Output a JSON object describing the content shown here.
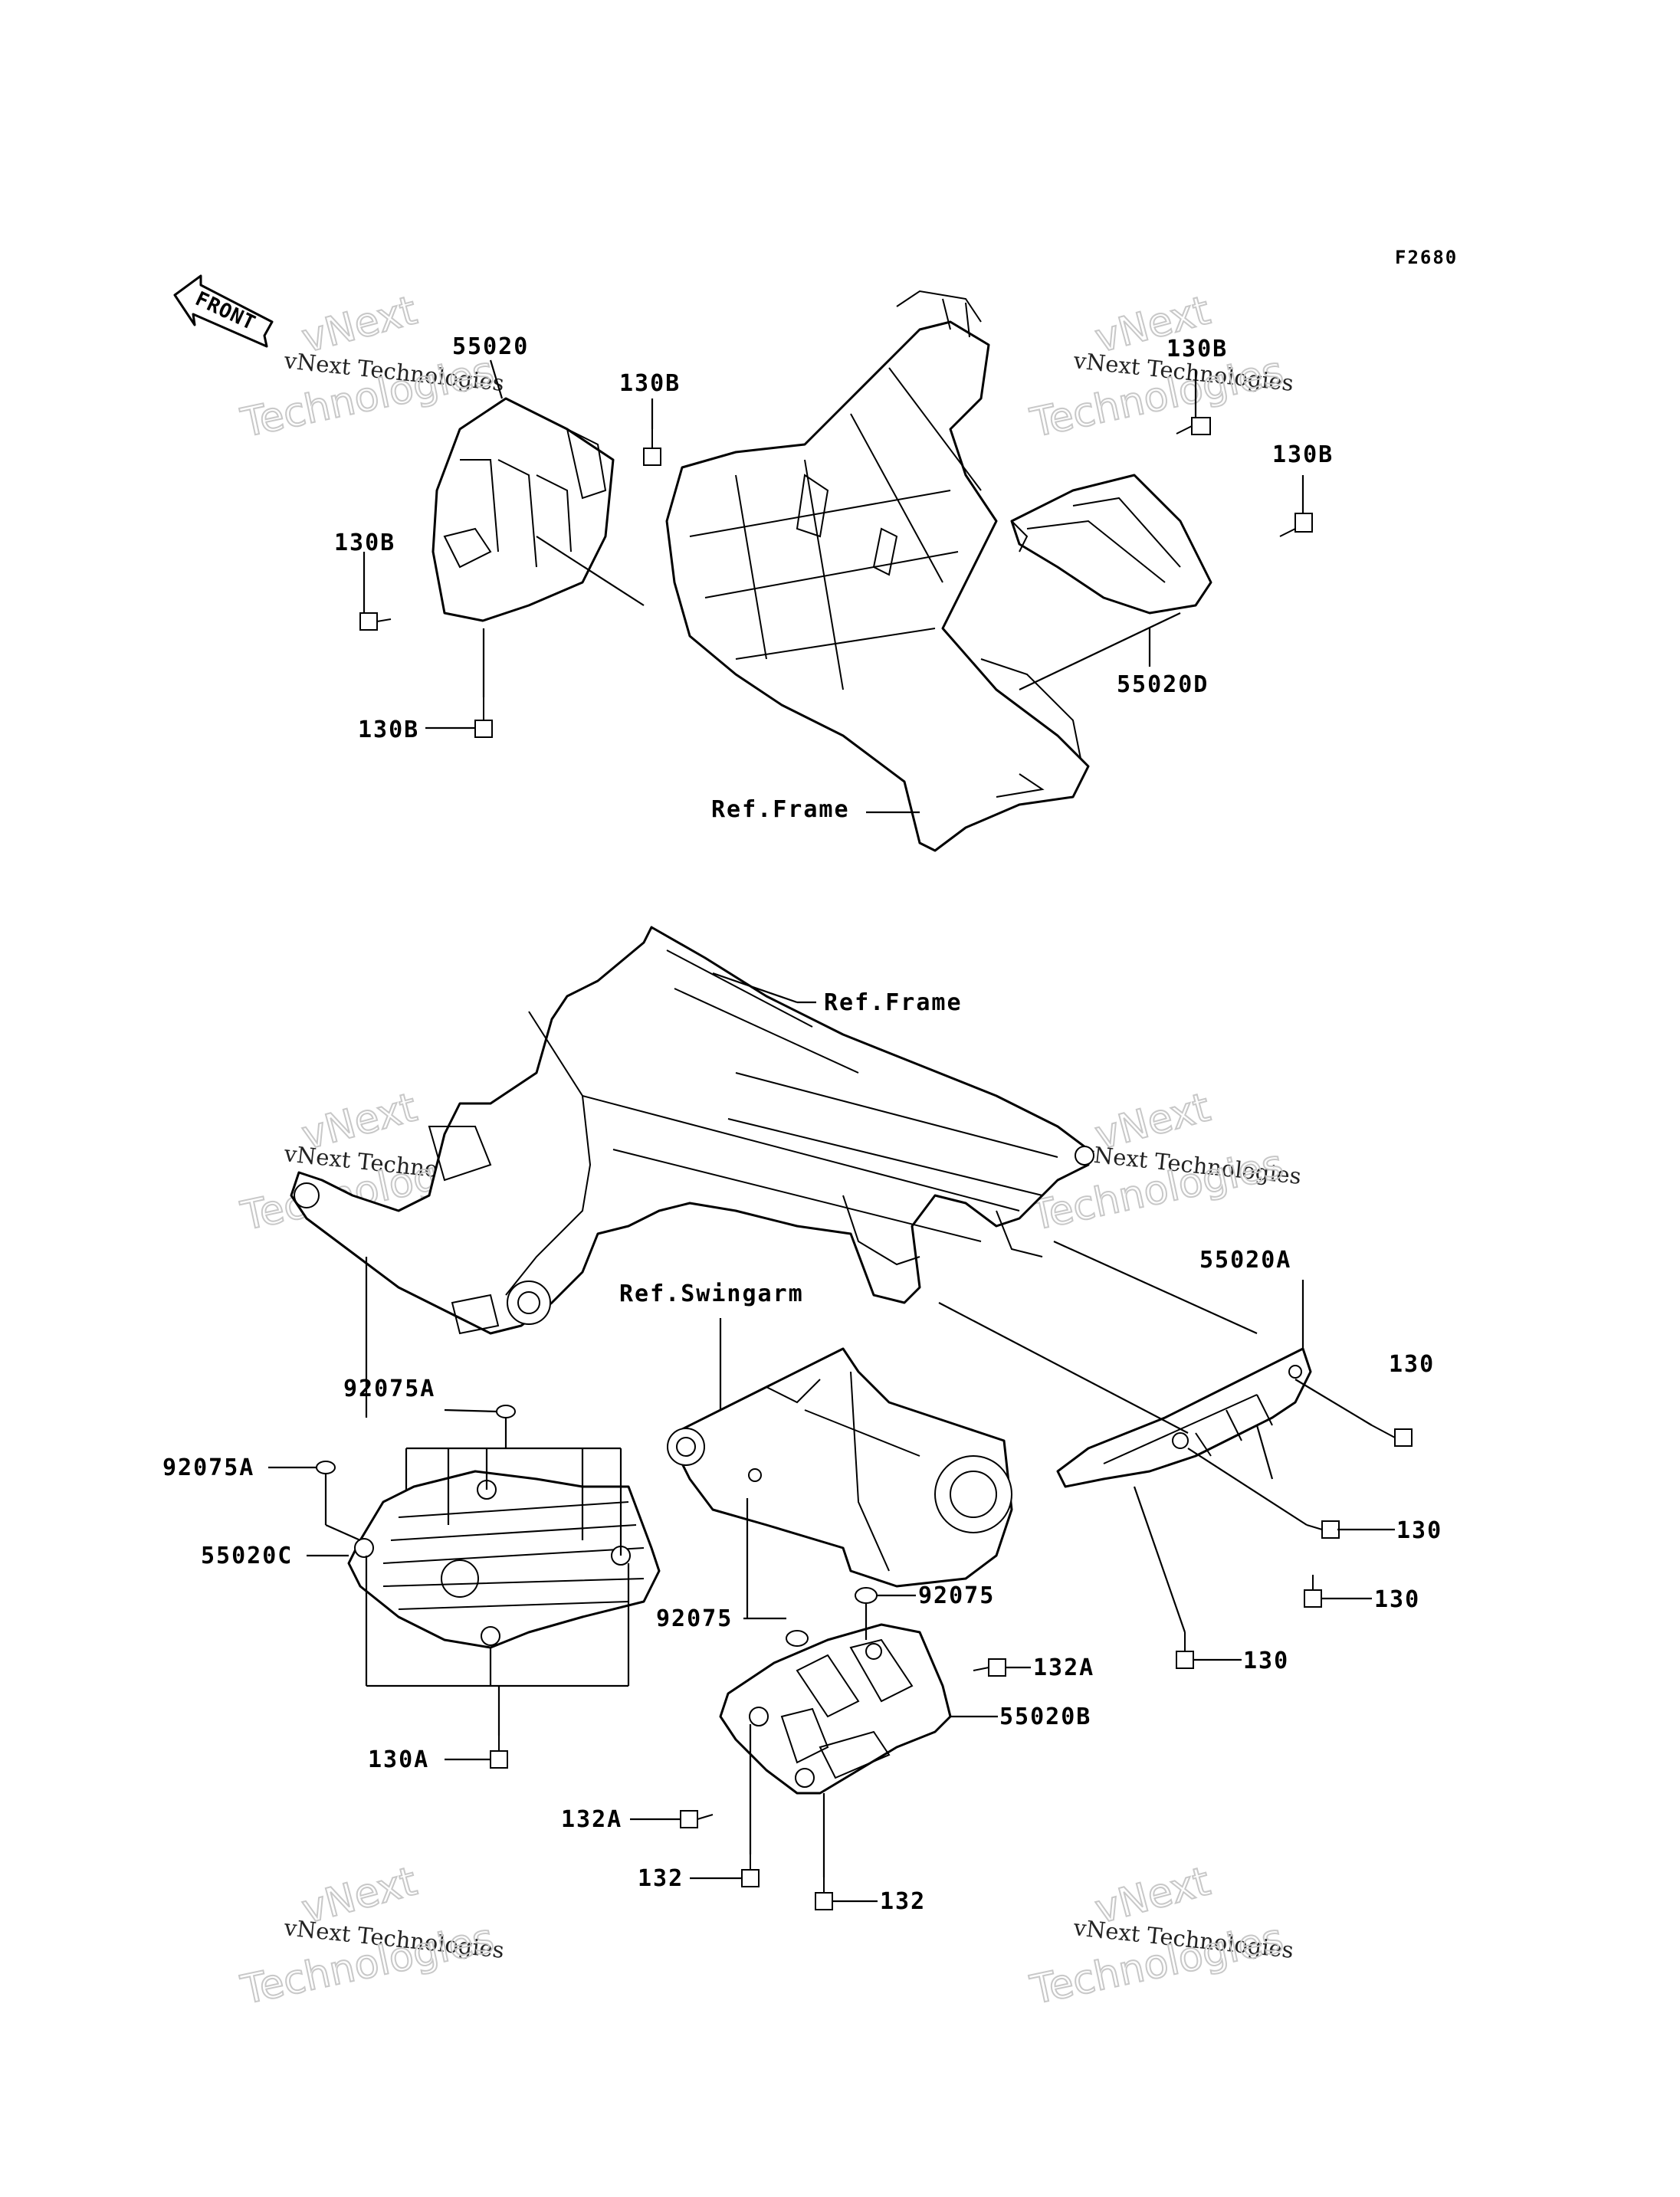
{
  "figure_code": "F2680",
  "front_label": "FRONT",
  "watermark": {
    "line1": "vNext Technologies",
    "line2": "Technologies",
    "line3": "vNext"
  },
  "labels": {
    "p55020": "55020",
    "p130B_1": "130B",
    "p130B_2": "130B",
    "p130B_3": "130B",
    "p130B_4": "130B",
    "p130B_5": "130B",
    "p55020D": "55020D",
    "ref_frame_1": "Ref.Frame",
    "ref_frame_2": "Ref.Frame",
    "ref_swingarm": "Ref.Swingarm",
    "p55020A": "55020A",
    "p130_1": "130",
    "p130_2": "130",
    "p130_3": "130",
    "p130_4": "130",
    "p92075A_1": "92075A",
    "p92075A_2": "92075A",
    "p55020C": "55020C",
    "p130A": "130A",
    "p92075_1": "92075",
    "p92075_2": "92075",
    "p132A_1": "132A",
    "p55020B": "55020B",
    "p132A_2": "132A",
    "p132_1": "132",
    "p132_2": "132"
  }
}
